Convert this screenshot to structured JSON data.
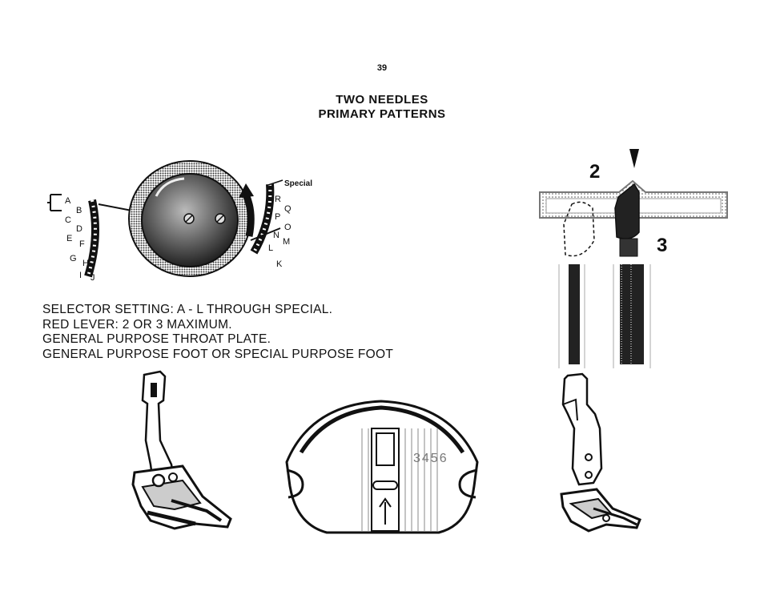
{
  "page": {
    "number": "39"
  },
  "title": {
    "line1": "TWO NEEDLES",
    "line2": "PRIMARY PATTERNS"
  },
  "selector_dial": {
    "left_letters": [
      "A",
      "B",
      "C",
      "D",
      "E",
      "F",
      "G",
      "H",
      "I",
      "J"
    ],
    "right_letters": [
      "R",
      "Q",
      "P",
      "O",
      "N",
      "M",
      "L",
      "K"
    ],
    "special_label": "Special"
  },
  "needle_diagram": {
    "position_left": "2",
    "position_right": "3"
  },
  "instructions": [
    "SELECTOR SETTING: A - L THROUGH SPECIAL.",
    "RED LEVER: 2 OR 3 MAXIMUM.",
    "GENERAL PURPOSE THROAT PLATE.",
    "GENERAL PURPOSE FOOT OR SPECIAL PURPOSE FOOT"
  ],
  "throat_plate": {
    "numbers": "3456"
  }
}
